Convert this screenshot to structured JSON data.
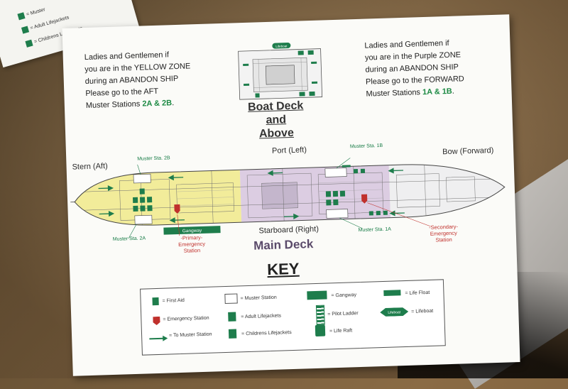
{
  "scene": "Photo of a printed ship muster station evacuation plan lying on a wooden desk",
  "back_sheet": {
    "items": [
      "= Muster",
      "= Adult Lifejackets",
      "= Childrens Lifejackets"
    ]
  },
  "notice_left": {
    "line1": "Ladies and Gentlemen if",
    "line2": "you are in the YELLOW ZONE",
    "line3": "during an ABANDON SHIP",
    "line4": "Please go to the AFT",
    "line5_prefix": "Muster Stations ",
    "line5_stations": "2A & 2B",
    "line5_suffix": "."
  },
  "notice_right": {
    "line1": "Ladies and Gentlemen if",
    "line2": "you are in the Purple ZONE",
    "line3": "during an ABANDON SHIP",
    "line4": "Please go to the FORWARD",
    "line5_prefix": "Muster Stations ",
    "line5_stations": "1A & 1B",
    "line5_suffix": "."
  },
  "boat_deck": {
    "title_line1": "Boat Deck",
    "title_line2": "and",
    "title_line3": "Above",
    "lifeboat_tag": "Lifeboat"
  },
  "main_deck": {
    "title": "Main Deck",
    "stern": "Stern (Aft)",
    "bow": "Bow (Forward)",
    "port": "Port (Left)",
    "starboard": "Starboard (Right)",
    "muster_2b": "Muster Sta. 2B",
    "muster_2a": "Muster Sta. 2A",
    "muster_1b": "Muster Sta. 1B",
    "muster_1a": "Muster Sta. 1A",
    "gangway": "Gangway",
    "primary": [
      "-Primary-",
      "Emergency",
      "Station"
    ],
    "secondary": [
      "-Secondary-",
      "Emergency",
      "Station"
    ]
  },
  "key": {
    "title": "KEY",
    "first_aid": "= First Aid",
    "muster_station": "= Muster Station",
    "gangway": "= Gangway",
    "life_float": "= Life Float",
    "emergency_station": "= Emergency Station",
    "adult_lifejackets": "= Adult Lifejackets",
    "pilot_ladder": "= Pilot Ladder",
    "lifeboat": "= Lifeboat",
    "lifeboat_tag": "Lifeboat",
    "to_muster": "= To Muster Station",
    "childrens_lifejackets": "= Childrens Lifejackets",
    "life_raft": "= Life Raft"
  },
  "colors": {
    "yellow_zone": "#f2ec9a",
    "purple_zone": "#d9c9e0",
    "green_signs": "#1e7d4c",
    "emergency_red": "#c0302c"
  }
}
